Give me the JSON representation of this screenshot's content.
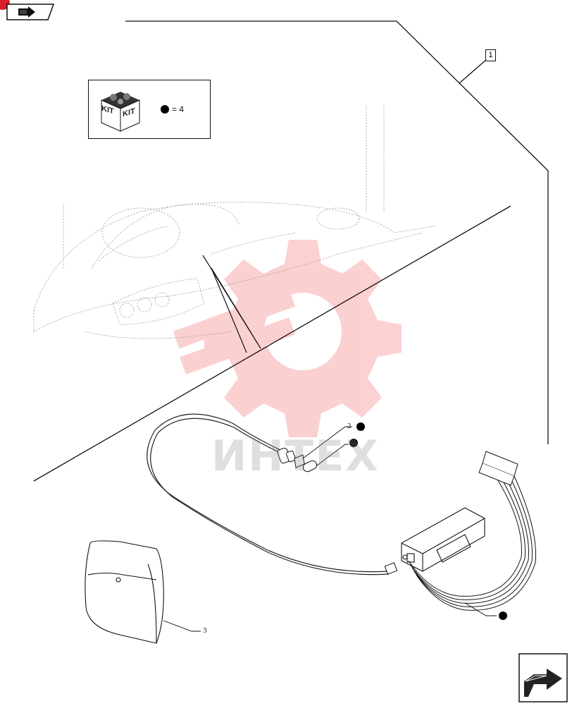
{
  "kit_legend": {
    "kit_label_left": "KIT",
    "kit_label_right": "KIT",
    "equation": "= 4"
  },
  "callouts": {
    "item1": "1",
    "item2": "2",
    "item3": "3"
  },
  "watermark": "ИНТЕХ",
  "colors": {
    "line": "#111111",
    "faint": "#9a9a9a",
    "watermark_red": "#f25a5a",
    "corner_red": "#d9202a"
  },
  "icons": {
    "prev": "arrow-left-icon",
    "next": "arrow-right-icon"
  }
}
